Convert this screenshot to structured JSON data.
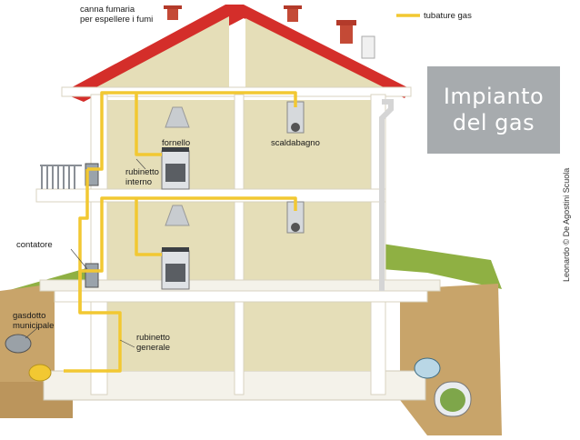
{
  "title": {
    "line1": "Impianto",
    "line2": "del gas"
  },
  "credit": "Leonardo © De Agostini Scuola",
  "legend": {
    "label": "tubature gas",
    "color": "#f2c832"
  },
  "labels": {
    "chimney": [
      "canna fumaria",
      "per espellere i fumi"
    ],
    "stove": "fornello",
    "water_heater": "scaldabagno",
    "internal_valve": [
      "rubinetto",
      "interno"
    ],
    "meter": "contatore",
    "main": [
      "gasdotto",
      "municipale"
    ],
    "general_valve": [
      "rubinetto",
      "generale"
    ]
  },
  "colors": {
    "roof": "#d42e2a",
    "wall": "#e5deb8",
    "structure": "#ffffff",
    "grass": "#8fb043",
    "soil": "#c8a46a",
    "pipe": "#f2c832",
    "title_bg": "#a7abae"
  }
}
